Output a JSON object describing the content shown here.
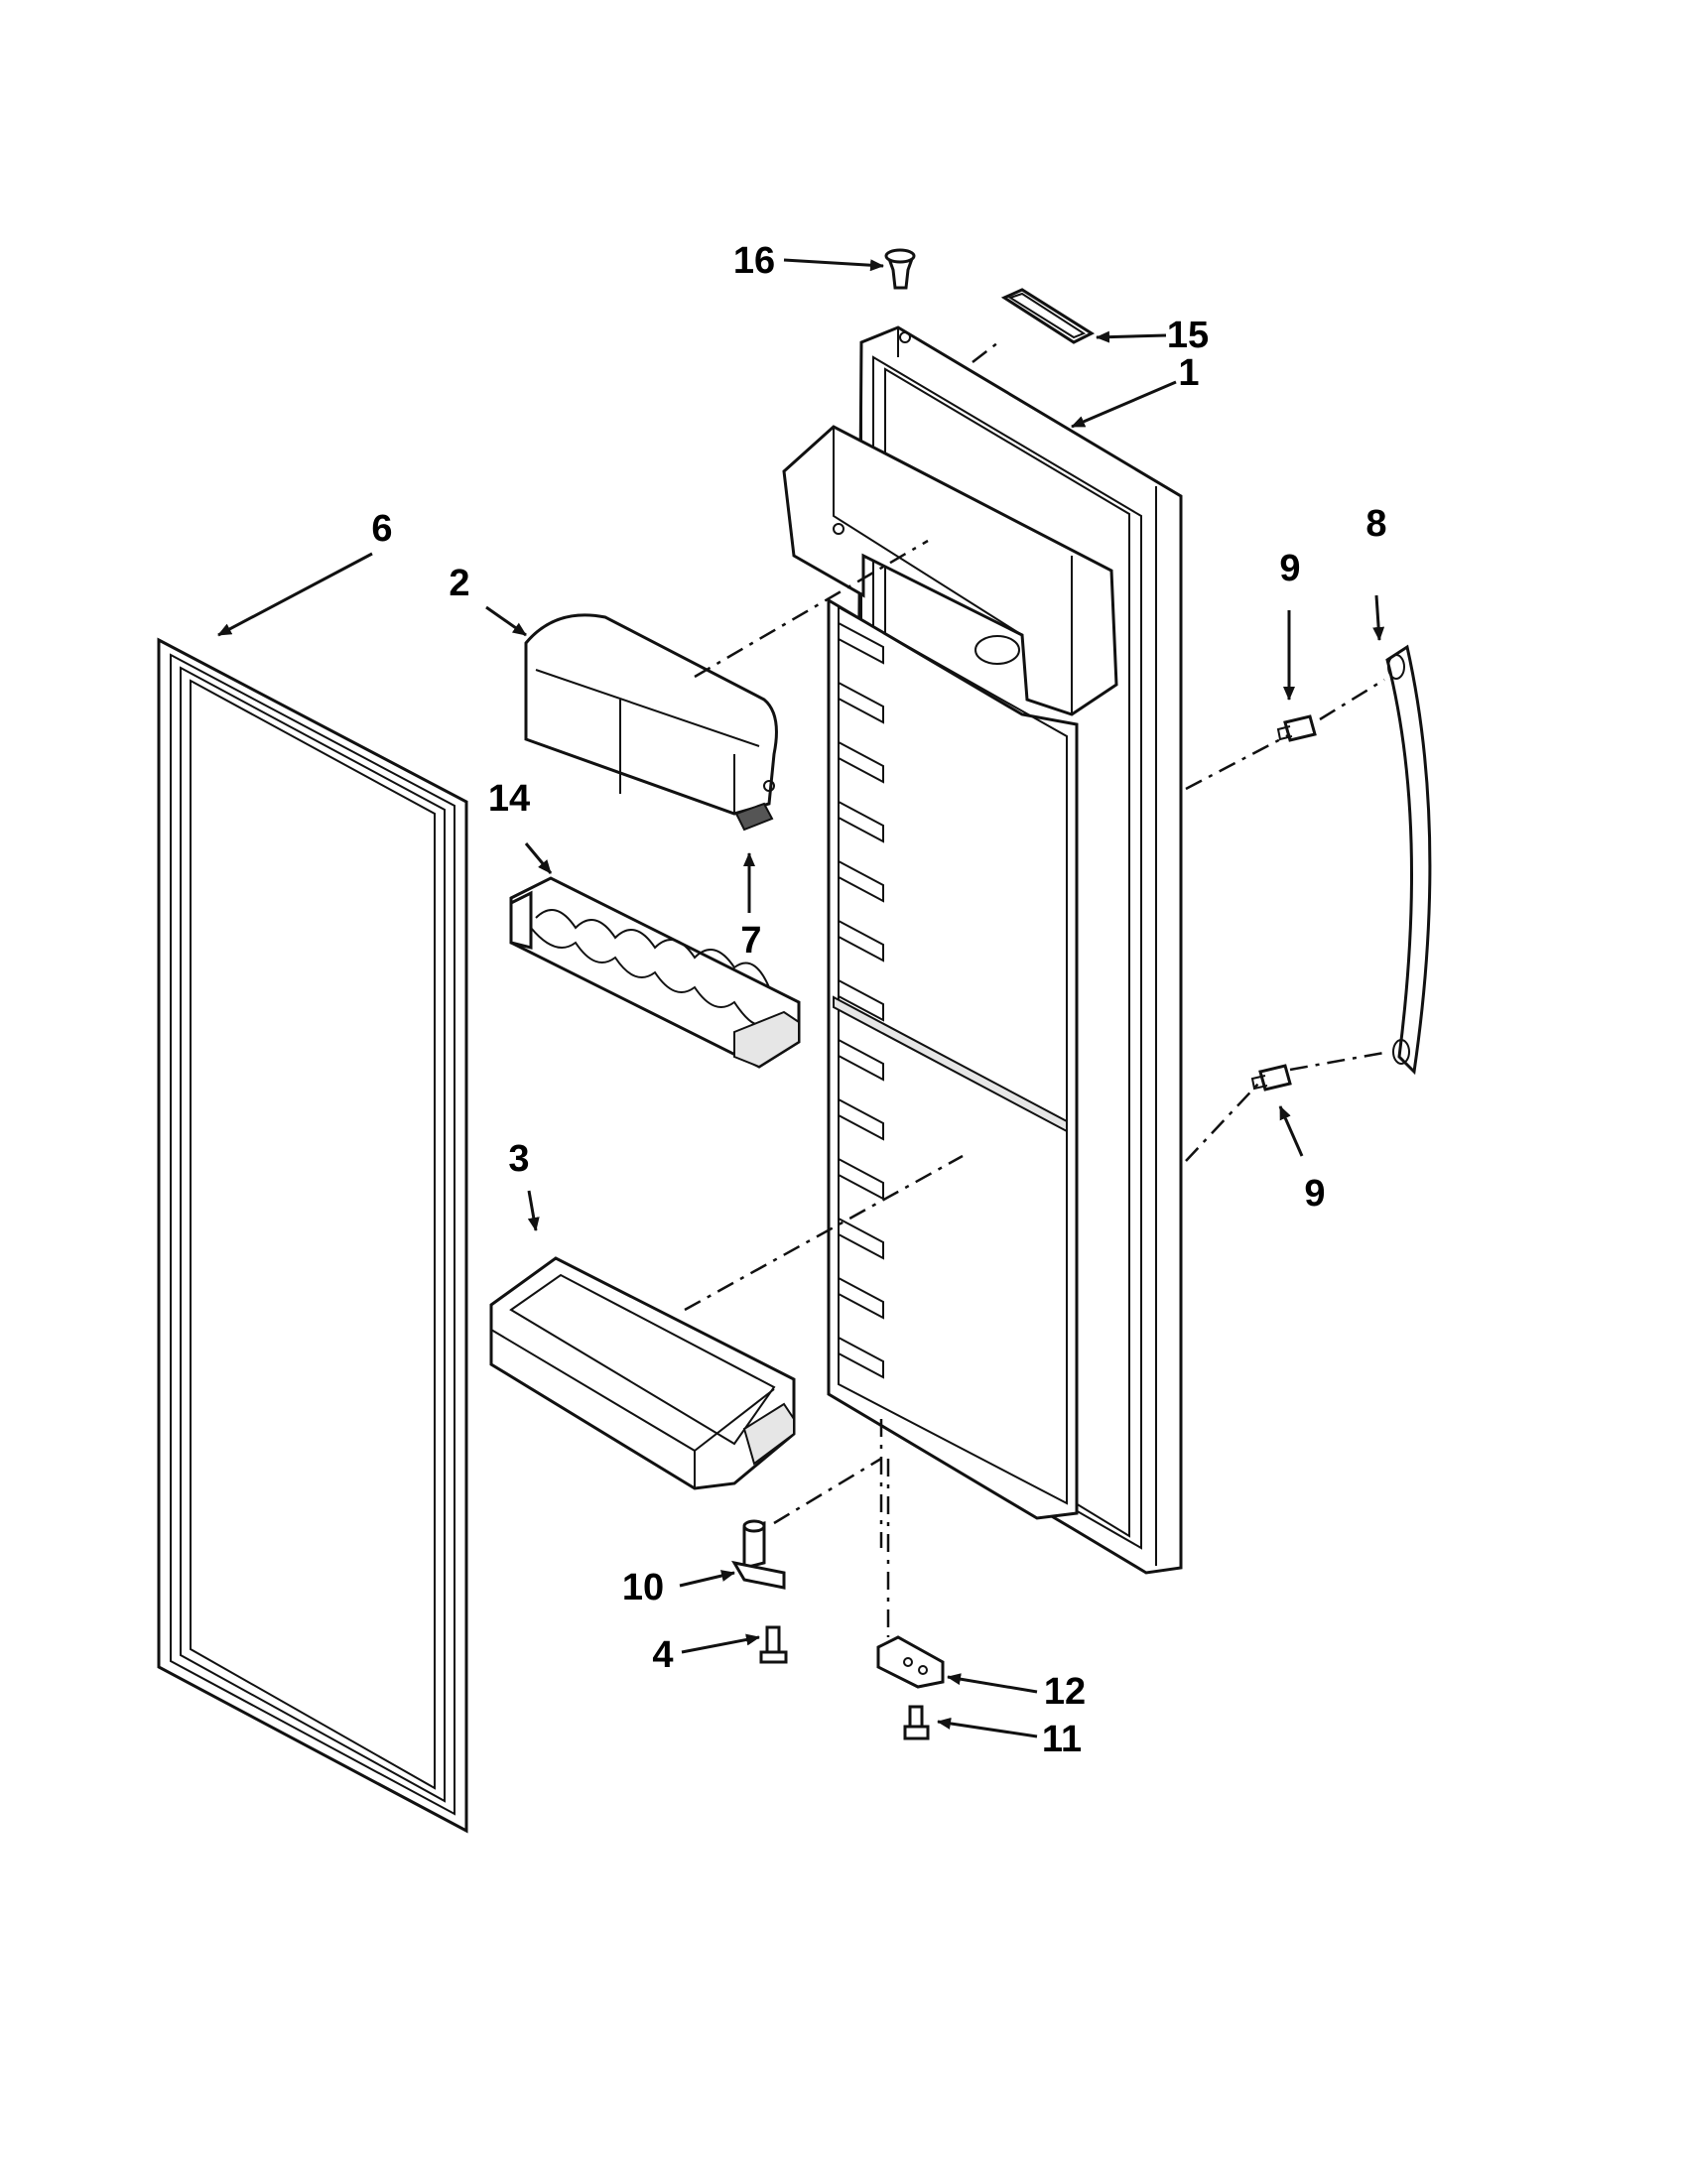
{
  "callouts": {
    "c1": "1",
    "c2": "2",
    "c3": "3",
    "c4": "4",
    "c6": "6",
    "c7": "7",
    "c8": "8",
    "c9a": "9",
    "c9b": "9",
    "c10": "10",
    "c11": "11",
    "c12": "12",
    "c14": "14",
    "c15": "15",
    "c16": "16"
  },
  "colors": {
    "line": "#111111",
    "background": "#ffffff"
  }
}
